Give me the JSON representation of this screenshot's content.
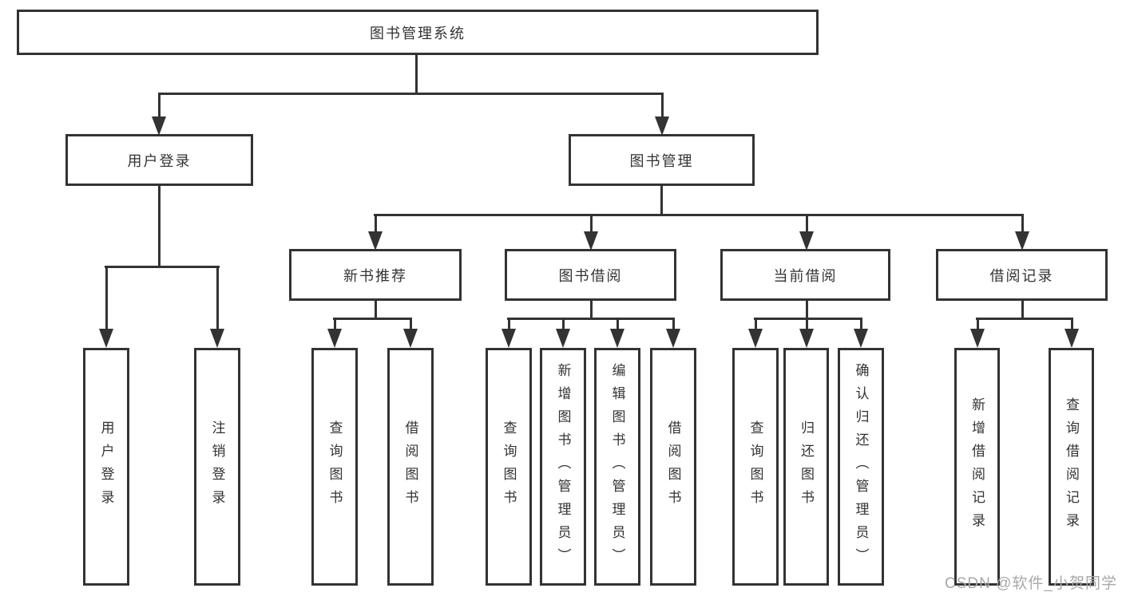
{
  "diagram": {
    "root": "图书管理系统",
    "level2": {
      "user_login": "用户登录",
      "book_management": "图书管理"
    },
    "level3": {
      "new_book_recommend": "新书推荐",
      "book_borrow": "图书借阅",
      "current_borrow": "当前借阅",
      "borrow_records": "借阅记录"
    },
    "leaves": {
      "user_login": "用户登录",
      "logout": "注销登录",
      "recommend_query_books": "查询图书",
      "recommend_borrow_books": "借阅图书",
      "borrow_query_books": "查询图书",
      "borrow_add_books": "新增图书（管理员）",
      "borrow_edit_books": "编辑图书（管理员）",
      "borrow_borrow_books": "借阅图书",
      "current_query_books": "查询图书",
      "current_return_books": "归还图书",
      "current_confirm_return": "确认归还（管理员）",
      "records_add_record": "新增借阅记录",
      "records_query_record": "查询借阅记录"
    }
  },
  "watermark": {
    "text": "CSDN @软件_小贺同学"
  },
  "colors": {
    "line": "#333333",
    "text": "#333333",
    "watermark": "#a8a8a8",
    "background": "#ffffff"
  }
}
